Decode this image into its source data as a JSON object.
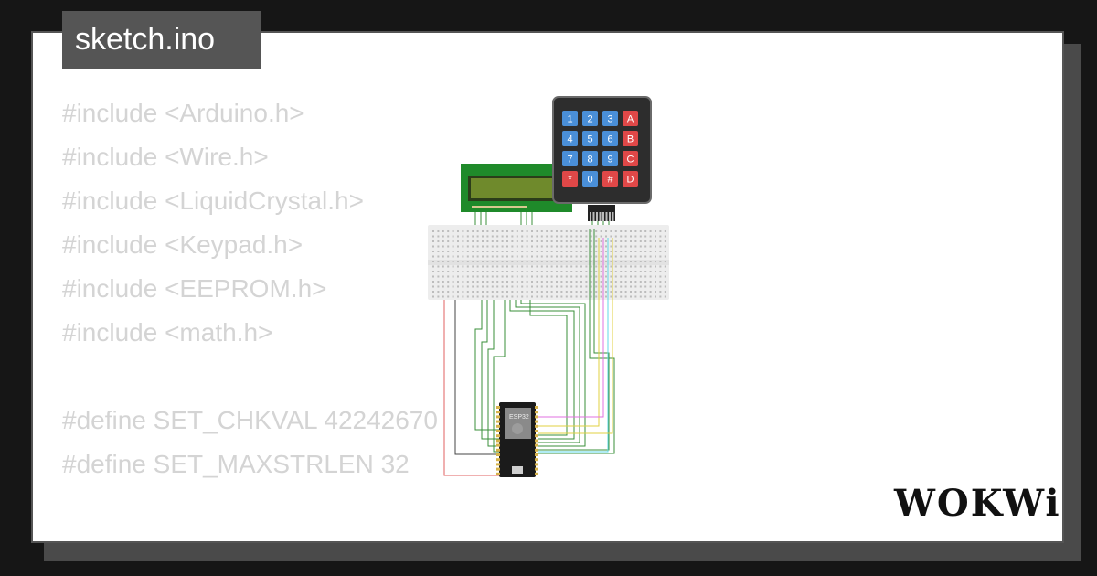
{
  "tab": {
    "title": "sketch.ino"
  },
  "code": {
    "lines": [
      "#include <Arduino.h>",
      "#include <Wire.h>",
      "#include <LiquidCrystal.h>",
      "#include <Keypad.h>",
      "#include <EEPROM.h>",
      "#include <math.h>",
      "",
      "#define SET_CHKVAL 42242670",
      "#define SET_MAXSTRLEN 32"
    ]
  },
  "keypad": {
    "rows": [
      [
        "1",
        "2",
        "3",
        "A"
      ],
      [
        "4",
        "5",
        "6",
        "B"
      ],
      [
        "7",
        "8",
        "9",
        "C"
      ],
      [
        "*",
        "0",
        "#",
        "D"
      ]
    ]
  },
  "board": {
    "label": "ESP32"
  },
  "brand": {
    "logo": "WOKWi"
  },
  "colors": {
    "background": "#161616",
    "card": "#ffffff",
    "code_text": "#d4d4d4",
    "tab": "#555555",
    "lcd_green": "#1f8a2a",
    "wire_green": "#2e8b2e"
  }
}
